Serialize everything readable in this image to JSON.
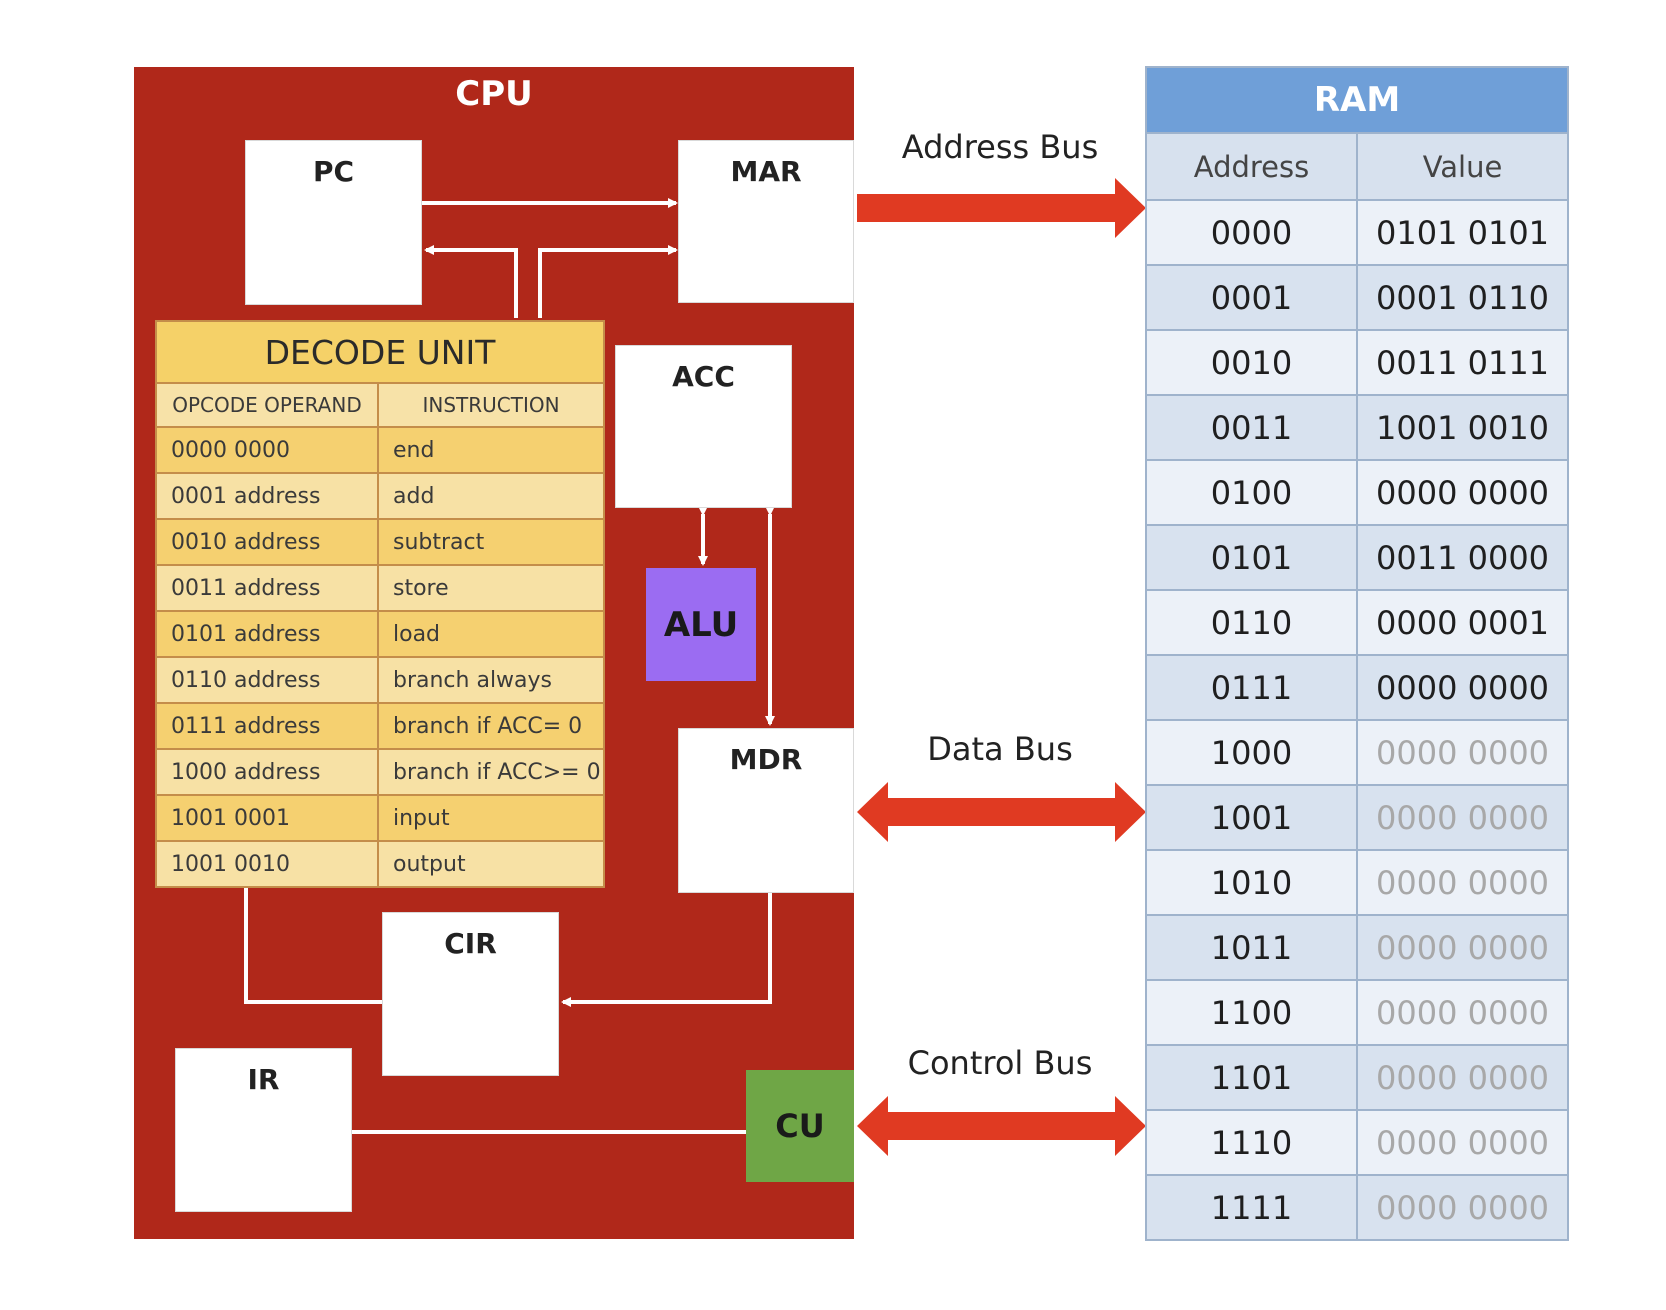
{
  "cpu": {
    "title": "CPU"
  },
  "registers": {
    "pc": "PC",
    "mar": "MAR",
    "acc": "ACC",
    "mdr": "MDR",
    "cir": "CIR",
    "ir": "IR"
  },
  "alu": "ALU",
  "cu": "CU",
  "decode_unit": {
    "title": "DECODE UNIT",
    "headers": [
      "OPCODE OPERAND",
      "INSTRUCTION"
    ],
    "rows": [
      [
        "0000 0000",
        "end"
      ],
      [
        "0001 address",
        "add"
      ],
      [
        "0010 address",
        "subtract"
      ],
      [
        "0011 address",
        "store"
      ],
      [
        "0101 address",
        "load"
      ],
      [
        "0110 address",
        "branch always"
      ],
      [
        "0111 address",
        "branch if ACC= 0"
      ],
      [
        "1000 address",
        "branch if ACC>=  0"
      ],
      [
        "1001 0001",
        "input"
      ],
      [
        "1001 0010",
        "output"
      ]
    ]
  },
  "buses": {
    "address": "Address Bus",
    "data": "Data Bus",
    "control": "Control Bus"
  },
  "ram": {
    "title": "RAM",
    "headers": [
      "Address",
      "Value"
    ],
    "rows": [
      [
        "0000",
        "0101 0101"
      ],
      [
        "0001",
        "0001 0110"
      ],
      [
        "0010",
        "0011 0111"
      ],
      [
        "0011",
        "1001 0010"
      ],
      [
        "0100",
        "0000 0000"
      ],
      [
        "0101",
        "0011 0000"
      ],
      [
        "0110",
        "0000 0001"
      ],
      [
        "0111",
        "0000 0000"
      ],
      [
        "1000",
        "0000 0000"
      ],
      [
        "1001",
        "0000 0000"
      ],
      [
        "1010",
        "0000 0000"
      ],
      [
        "1011",
        "0000 0000"
      ],
      [
        "1100",
        "0000 0000"
      ],
      [
        "1101",
        "0000 0000"
      ],
      [
        "1110",
        "0000 0000"
      ],
      [
        "1111",
        "0000 0000"
      ]
    ],
    "faded_from_index": 8
  },
  "colors": {
    "cpu": "#b0281a",
    "bus_arrow": "#e03a22",
    "alu": "#9b6cf2",
    "cu": "#6fa646",
    "ram_header": "#6f9fd8"
  }
}
